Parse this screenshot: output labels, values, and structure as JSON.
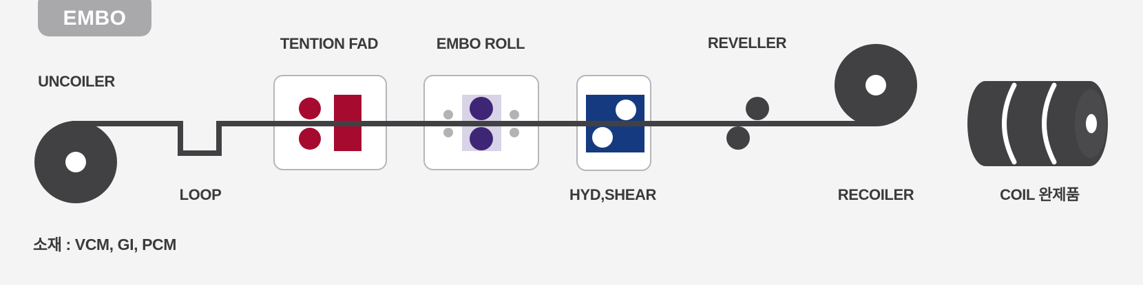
{
  "badge": {
    "label": "EMBO"
  },
  "stations": {
    "uncoiler": {
      "label": "UNCOILER"
    },
    "loop": {
      "label": "LOOP"
    },
    "tention_fad": {
      "label": "TENTION FAD"
    },
    "embo_roll": {
      "label": "EMBO ROLL"
    },
    "hyd_shear": {
      "label": "HYD,SHEAR"
    },
    "reveller": {
      "label": "REVELLER"
    },
    "recoiler": {
      "label": "RECOILER"
    },
    "finished_coil": {
      "label": "COIL 완제품"
    }
  },
  "footnote": {
    "label": "소재 : VCM, GI, PCM"
  },
  "colors": {
    "background": "#f4f4f5",
    "dark": "#414144",
    "text": "#3a3a3c",
    "badge_bg": "#a9a9ab",
    "badge_text": "#ffffff",
    "box_fill": "#ffffff",
    "box_border": "#b5b5b7",
    "crimson": "#a60b2f",
    "purple": "#3f2576",
    "lavender": "#d8d3e6",
    "navy": "#153a80",
    "idler_gray": "#b3b3b5",
    "coil_face": "#4a4a4d",
    "white": "#ffffff"
  }
}
